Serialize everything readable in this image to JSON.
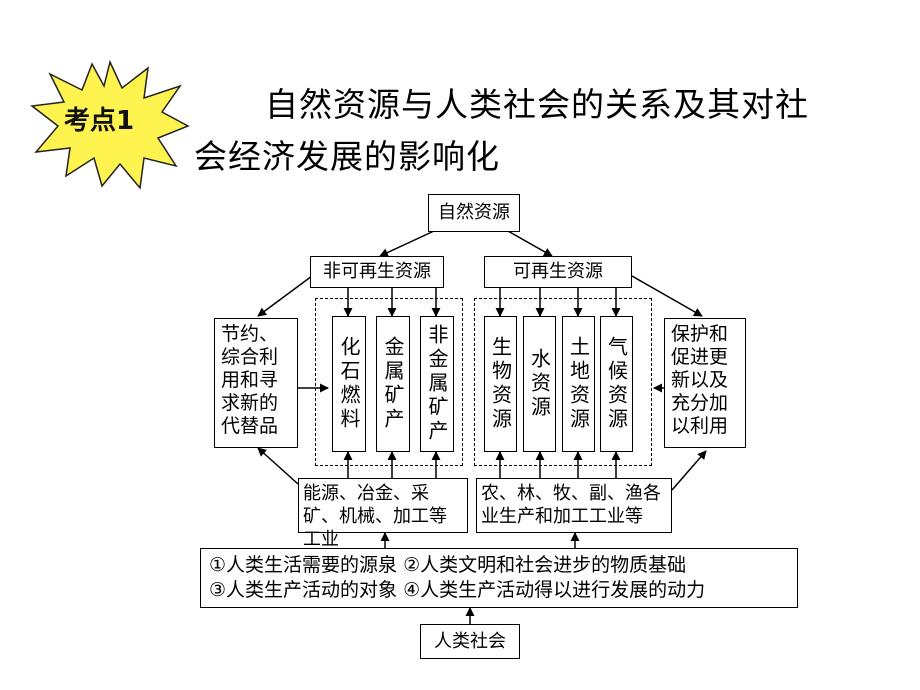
{
  "badge": {
    "label": "考点1",
    "fill_color": "#fff44f"
  },
  "title": {
    "line1": "自然资源与人类社会的关系及其对社",
    "line2": "会经济发展的影响化"
  },
  "diagram": {
    "root": "自然资源",
    "nonrenewable": {
      "label": "非可再生资源",
      "items": [
        "化石燃料",
        "金属矿产",
        "非金属矿产"
      ],
      "measures": "节约、综合利用和寻求新的代替品",
      "uses": "能源、冶金、采矿、机械、加工等工业"
    },
    "renewable": {
      "label": "可再生资源",
      "items": [
        "生物资源",
        "水资源",
        "土地资源",
        "气候资源"
      ],
      "measures": "保护和促进更新以及充分加以利用",
      "uses": "农、林、牧、副、渔各业生产和加工工业等"
    },
    "roles": {
      "line1": "①人类生活需要的源泉 ②人类文明和社会进步的物质基础",
      "line2": "③人类生产活动的对象 ④人类生产活动得以进行发展的动力"
    },
    "society": "人类社会"
  }
}
